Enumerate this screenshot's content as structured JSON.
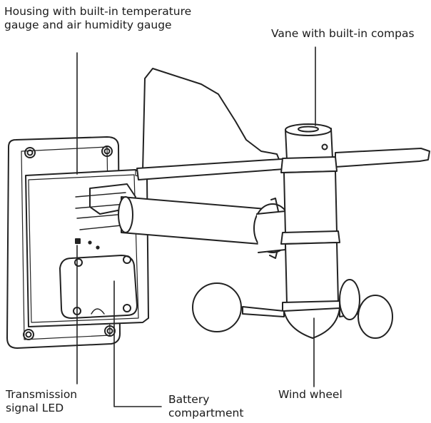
{
  "labels": {
    "housing": "Housing with built-in temperature\ngauge and air humidity gauge",
    "vane": "Vane with built-in compas",
    "led": "Transmission\nsignal LED",
    "battery": "Battery\ncompartment",
    "wind_wheel": "Wind wheel"
  }
}
